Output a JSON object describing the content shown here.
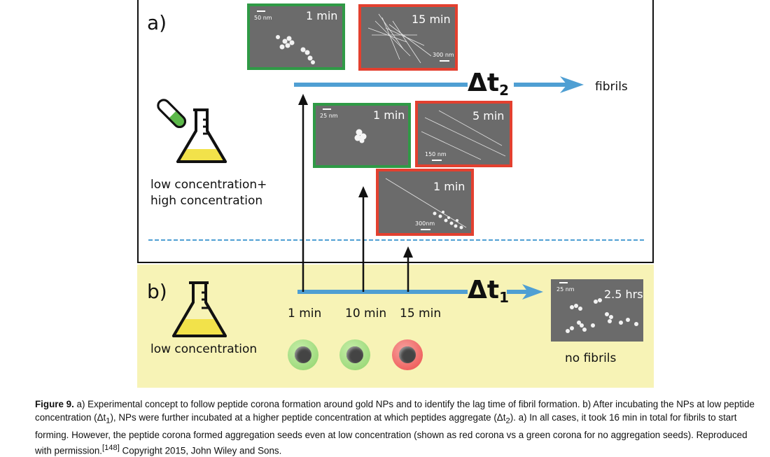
{
  "panel_a": {
    "letter": "a)",
    "label_line1": "low concentration+",
    "label_line2": "high concentration",
    "fibrils_label": "fibrils",
    "delta2_main": "Δt",
    "delta2_sub": "2",
    "images": [
      {
        "time": "1 min",
        "scale": "50 nm",
        "border": "green"
      },
      {
        "time": "15 min",
        "scale": "300 nm",
        "border": "red"
      },
      {
        "time": "1 min",
        "scale": "25 nm",
        "border": "green"
      },
      {
        "time": "5 min",
        "scale": "150 nm",
        "border": "red"
      },
      {
        "time": "1 min",
        "scale": "300nm",
        "border": "red"
      }
    ]
  },
  "panel_b": {
    "letter": "b)",
    "label": "low concentration",
    "delta1_main": "Δt",
    "delta1_sub": "1",
    "times": [
      "1 min",
      "10 min",
      "15 min"
    ],
    "lights": [
      "green",
      "green",
      "red"
    ],
    "image": {
      "time": "2.5 hrs",
      "scale": "25 nm"
    },
    "no_fibrils_label": "no fibrils"
  },
  "caption": {
    "figure_label": "Figure 9.",
    "text_1": " a) Experimental concept to follow peptide corona formation around gold NPs and to identify the lag time of fibril formation. b) After incubating the NPs at low peptide concentration (Δt",
    "sub_1": "1",
    "text_2": "), NPs were further incubated at a higher peptide concentration at which peptides aggregate (Δt",
    "sub_2": "2",
    "text_3": "). a) In all cases, it took 16 min in total for fibrils to start forming. However, the peptide corona formed aggregation seeds even at low concentration (shown as red corona vs a green corona for no aggregation seeds). Reproduced with permission.",
    "ref": "[148]",
    "text_4": " Copyright 2015, John Wiley and Sons."
  },
  "colors": {
    "timeline_blue": "#4f9fd3",
    "green_border": "#2f9a46",
    "red_border": "#e3402f",
    "panel_b_bg": "#f7f3b6"
  }
}
